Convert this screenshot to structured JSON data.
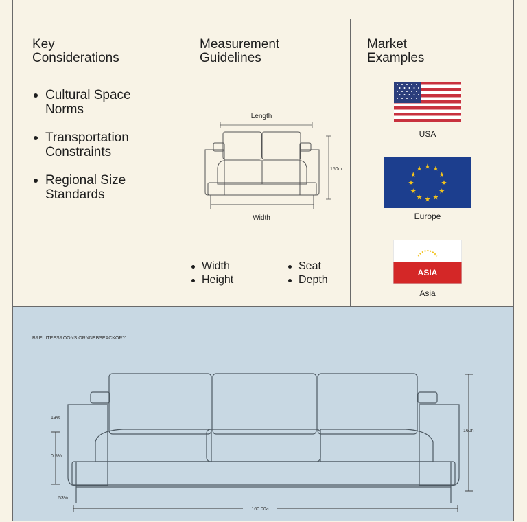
{
  "panels": {
    "key": {
      "title_line1": "Key",
      "title_line2": "Considerations",
      "items": [
        {
          "line1": "Cultural Space",
          "line2": "Norms"
        },
        {
          "line1": "Transportation",
          "line2": "Constraints"
        },
        {
          "line1": "Regional Size",
          "line2": "Standards"
        }
      ]
    },
    "measure": {
      "title_line1": "Measurement",
      "title_line2": "Guidelines",
      "diagram": {
        "length_label": "Length",
        "width_label": "Width",
        "height_label": "150m"
      },
      "left_items": [
        "Width",
        "Height"
      ],
      "right_items": [
        "Seat",
        "Depth"
      ]
    },
    "market": {
      "title_line1": "Market",
      "title_line2": "Examples",
      "flags": [
        {
          "label": "USA",
          "icon": "usa-flag-icon"
        },
        {
          "label": "Europe",
          "icon": "eu-flag-icon"
        },
        {
          "label": "Asia",
          "icon": "asia-flag-icon",
          "banner_text": "ASIA"
        }
      ]
    }
  },
  "bottom": {
    "caption": "BREUITEESROONS ORNNEBSEACKORY",
    "width_label": "160 00a",
    "height_label": "160n",
    "left_labels": [
      "13%",
      "0.5%",
      "53%"
    ]
  },
  "colors": {
    "background": "#f8f3e6",
    "bottom_panel": "#c8d8e3",
    "usa_red": "#c8313e",
    "usa_blue": "#2c3e7c",
    "eu_blue": "#1c3e8e",
    "eu_star": "#f2c21c",
    "asia_red": "#d42727"
  }
}
